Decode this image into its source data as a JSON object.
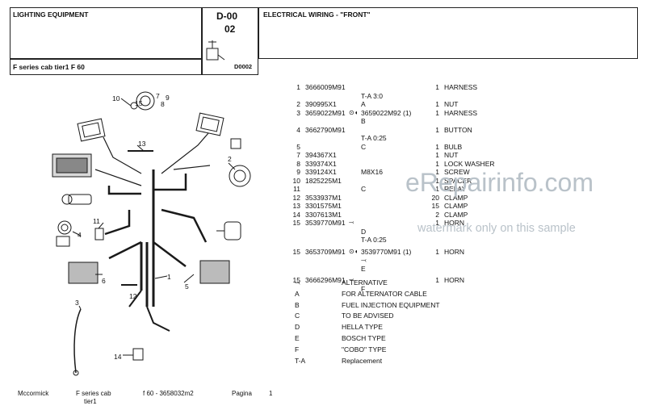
{
  "header": {
    "section_title": "LIGHTING EQUIPMENT",
    "model": "F series cab tier1  F 60",
    "code_main": "D-00",
    "code_sub": "02",
    "image_code": "D0002",
    "page_title": "ELECTRICAL WIRING - \"FRONT\""
  },
  "parts": [
    {
      "ref": "1",
      "pn": "3666009M91",
      "mid": "",
      "qty": "1",
      "desc": "HARNESS"
    },
    {
      "ref": "",
      "pn": "",
      "mid": "T-A 3:0",
      "qty": "",
      "desc": ""
    },
    {
      "ref": "2",
      "pn": "390995X1",
      "mid": "A",
      "qty": "1",
      "desc": "NUT"
    },
    {
      "ref": "3",
      "pn": "3659022M91",
      "mid": "3659022M92  (1)",
      "qty": "1",
      "desc": "HARNESS",
      "alt": true
    },
    {
      "ref": "",
      "pn": "",
      "mid": "B",
      "qty": "",
      "desc": ""
    },
    {
      "ref": "4",
      "pn": "3662790M91",
      "mid": "",
      "qty": "1",
      "desc": "BUTTON"
    },
    {
      "ref": "",
      "pn": "",
      "mid": "T-A 0:25",
      "qty": "",
      "desc": ""
    },
    {
      "ref": "5",
      "pn": "",
      "mid": "C",
      "qty": "1",
      "desc": "BULB"
    },
    {
      "ref": "7",
      "pn": "394367X1",
      "mid": "",
      "qty": "1",
      "desc": "NUT"
    },
    {
      "ref": "8",
      "pn": "339374X1",
      "mid": "",
      "qty": "1",
      "desc": "LOCK WASHER"
    },
    {
      "ref": "9",
      "pn": "339124X1",
      "mid": "M8X16",
      "qty": "1",
      "desc": "SCREW"
    },
    {
      "ref": "10",
      "pn": "1825225M1",
      "mid": "",
      "qty": "1",
      "desc": "SPACER"
    },
    {
      "ref": "11",
      "pn": "",
      "mid": "C",
      "qty": "1",
      "desc": "RELAY"
    },
    {
      "ref": "12",
      "pn": "3533937M1",
      "mid": "",
      "qty": "20",
      "desc": "CLAMP"
    },
    {
      "ref": "13",
      "pn": "3301575M1",
      "mid": "",
      "qty": "15",
      "desc": "CLAMP"
    },
    {
      "ref": "14",
      "pn": "3307613M1",
      "mid": "",
      "qty": "2",
      "desc": "CLAMP"
    },
    {
      "ref": "15",
      "pn": "3539770M91",
      "mid": "",
      "qty": "1",
      "desc": "HORN",
      "hook": true
    },
    {
      "ref": "",
      "pn": "",
      "mid": "D",
      "qty": "",
      "desc": ""
    },
    {
      "ref": "",
      "pn": "",
      "mid": "T-A 0:25",
      "qty": "",
      "desc": ""
    },
    {
      "ref": "15",
      "pn": "3653709M91",
      "mid": "3539770M91  (1)",
      "qty": "1",
      "desc": "HORN",
      "alt": true,
      "gap": true
    },
    {
      "ref": "",
      "pn": "",
      "mid": "",
      "qty": "",
      "desc": "",
      "hookmid": true
    },
    {
      "ref": "",
      "pn": "",
      "mid": "E",
      "qty": "",
      "desc": ""
    },
    {
      "ref": "15",
      "pn": "3666296M91",
      "mid": "",
      "qty": "1",
      "desc": "HORN",
      "hook": true,
      "gap": true
    },
    {
      "ref": "",
      "pn": "",
      "mid": "F",
      "qty": "",
      "desc": ""
    }
  ],
  "legend": [
    {
      "key": "⤙",
      "value": "ALTERNATIVE"
    },
    {
      "key": "A",
      "value": "FOR ALTERNATOR CABLE"
    },
    {
      "key": "B",
      "value": "FUEL INJECTION EQUIPMENT"
    },
    {
      "key": "C",
      "value": "TO BE ADVISED"
    },
    {
      "key": "D",
      "value": "HELLA TYPE"
    },
    {
      "key": "E",
      "value": "BOSCH TYPE"
    },
    {
      "key": "F",
      "value": "\"COBO\" TYPE"
    },
    {
      "key": "T-A",
      "value": "Replacement"
    }
  ],
  "diagram_labels": [
    "10",
    "15",
    "7",
    "8",
    "9",
    "13",
    "2",
    "3",
    "4",
    "5",
    "1",
    "6",
    "11",
    "12",
    "14"
  ],
  "watermark": {
    "main": "eRepairinfo.com",
    "sub": "watermark only on this sample"
  },
  "footer": {
    "brand": "Mccormick",
    "series": "F series cab",
    "series2": "tier1",
    "doc": "f 60 - 3658032m2",
    "page_label": "Pagina",
    "page_num": "1"
  }
}
